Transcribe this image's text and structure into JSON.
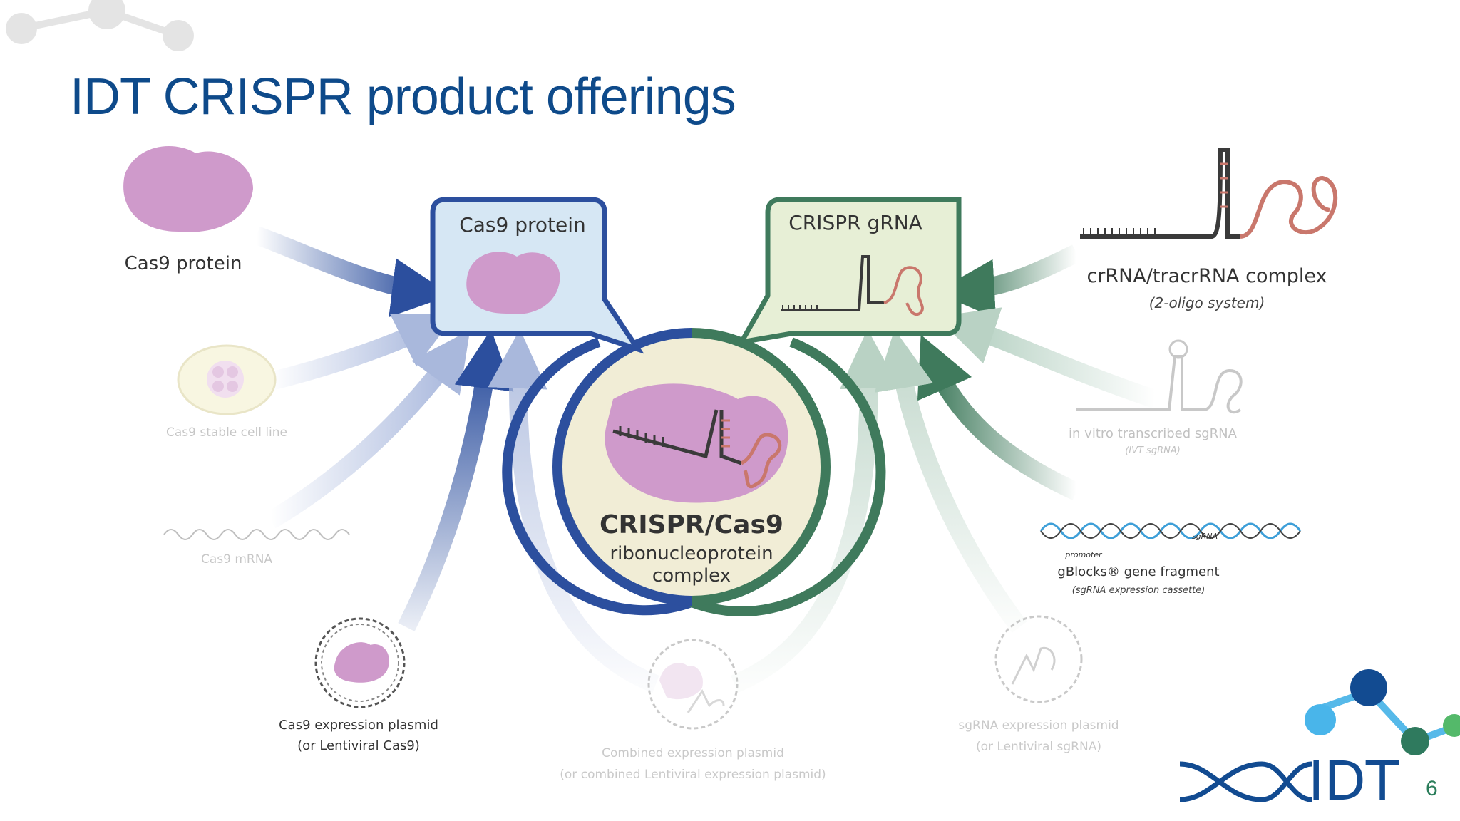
{
  "slide": {
    "title": "IDT CRISPR product offerings",
    "page_number": "6"
  },
  "colors": {
    "title": "#0e4a8a",
    "protein": "#cf9acb",
    "cas9_box_fill": "#d6e7f4",
    "cas9_box_border": "#2c4f9e",
    "grna_box_fill": "#e7efd6",
    "grna_box_border": "#3f7a5c",
    "complex_fill": "#f1edd6",
    "rna_loop": "#c9776c",
    "rna_stem": "#3a3a3a"
  },
  "boxes": {
    "cas9": "Cas9 protein",
    "grna": "CRISPR gRNA"
  },
  "complex": {
    "title": "CRISPR/Cas9",
    "line1": "ribonucleoprotein",
    "line2": "complex"
  },
  "sources_left": {
    "cas9_protein": "Cas9 protein",
    "stable_cell_line": "Cas9 stable cell line",
    "mrna": "Cas9 mRNA",
    "plasmid_line1": "Cas9 expression plasmid",
    "plasmid_line2": "(or Lentiviral Cas9)"
  },
  "sources_center": {
    "combined_line1": "Combined expression plasmid",
    "combined_line2": "(or combined Lentiviral expression plasmid)"
  },
  "sources_right": {
    "crrna_line1": "crRNA/tracrRNA complex",
    "crrna_line2": "(2-oligo system)",
    "ivt_line1": "in vitro transcribed sgRNA",
    "ivt_line2": "(IVT sgRNA)",
    "gblocks_line1": "gBlocks® gene fragment",
    "gblocks_line2": "(sgRNA expression cassette)",
    "promoter": "promoter",
    "sgrna": "sgRNA",
    "sg_plasmid_line1": "sgRNA expression plasmid",
    "sg_plasmid_line2": "(or Lentiviral sgRNA)"
  },
  "logo": {
    "text": "IDT",
    "icons": [
      "molecule-icon",
      "helix-icon"
    ]
  }
}
